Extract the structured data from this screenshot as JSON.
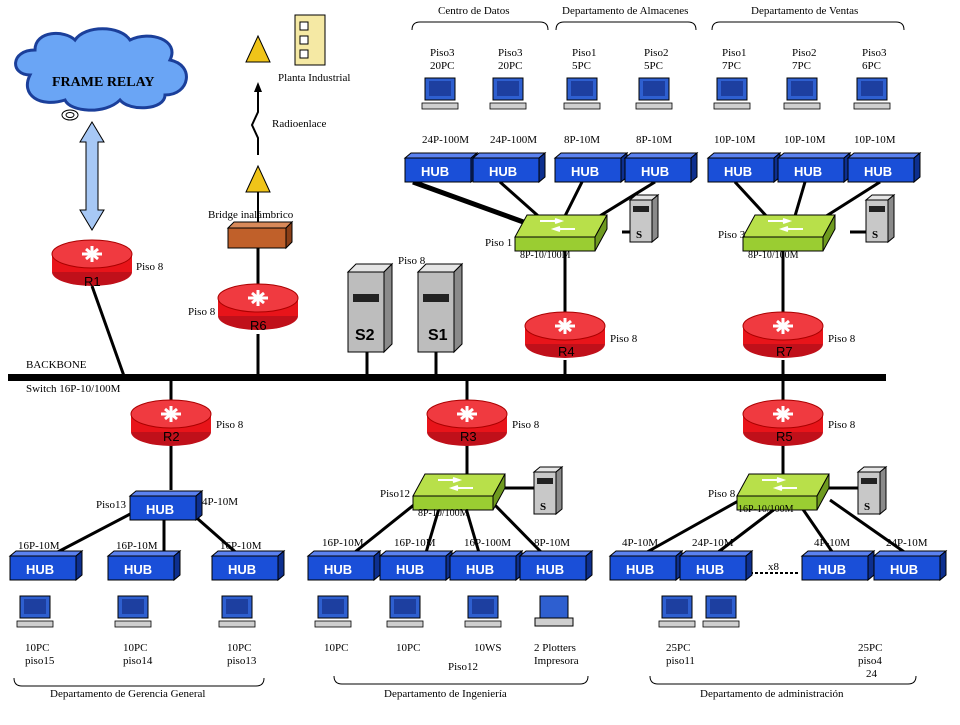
{
  "cloud": {
    "label": "FRAME RELAY"
  },
  "wireless": {
    "plant": "Planta Industrial",
    "radio": "Radioenlace",
    "bridge": "Bridge inalámbrico"
  },
  "backbone": {
    "label": "BACKBONE",
    "switch": "Switch 16P-10/100M"
  },
  "routers": {
    "r1": {
      "name": "R1",
      "floor": "Piso 8"
    },
    "r6": {
      "name": "R6",
      "floor": "Piso 8"
    },
    "r4": {
      "name": "R4",
      "floor": "Piso 8"
    },
    "r7": {
      "name": "R7",
      "floor": "Piso 8"
    },
    "r2": {
      "name": "R2",
      "floor": "Piso 8"
    },
    "r3": {
      "name": "R3",
      "floor": "Piso 8"
    },
    "r5": {
      "name": "R5",
      "floor": "Piso 8"
    }
  },
  "servers": {
    "s2": "S2",
    "s1": "S1",
    "floor": "Piso 8",
    "small": "S"
  },
  "top_groups": [
    {
      "title": "Centro de Datos"
    },
    {
      "title": "Departamento de Almacenes"
    },
    {
      "title": "Departamento de Ventas"
    }
  ],
  "top_pcs": [
    {
      "floor": "Piso3",
      "count": "20PC",
      "hub": "24P-100M"
    },
    {
      "floor": "Piso3",
      "count": "20PC",
      "hub": "24P-100M"
    },
    {
      "floor": "Piso1",
      "count": "5PC",
      "hub": "8P-10M"
    },
    {
      "floor": "Piso2",
      "count": "5PC",
      "hub": "8P-10M"
    },
    {
      "floor": "Piso1",
      "count": "7PC",
      "hub": "10P-10M"
    },
    {
      "floor": "Piso2",
      "count": "7PC",
      "hub": "10P-10M"
    },
    {
      "floor": "Piso3",
      "count": "6PC",
      "hub": "10P-10M"
    }
  ],
  "hub_label": "HUB",
  "switches": {
    "top_left": {
      "label": "8P-10/100M",
      "floor": "Piso 1"
    },
    "top_right": {
      "label": "8P-10/100M",
      "floor": "Piso 3"
    },
    "mid": {
      "label": "8P-10/100M",
      "floor": "Piso12"
    },
    "right": {
      "label": "16P-10/100M",
      "floor": "Piso 8"
    }
  },
  "gerencia": {
    "title": "Departamento de Gerencia General",
    "hub_floor": "Piso13",
    "hub_ports": "4P-10M",
    "hubs": [
      "16P-10M",
      "16P-10M",
      "16P-10M"
    ],
    "pcs": [
      [
        "10PC",
        "piso15"
      ],
      [
        "10PC",
        "piso14"
      ],
      [
        "10PC",
        "piso13"
      ]
    ]
  },
  "ingenieria": {
    "title": "Departamento de Ingeniería",
    "floor": "Piso12",
    "hubs": [
      "16P-10M",
      "16P-10M",
      "16P-100M",
      "8P-10M"
    ],
    "pcs": [
      "10PC",
      "10PC",
      "10WS"
    ],
    "plotters": [
      "2 Plotters",
      "Impresora"
    ]
  },
  "administracion": {
    "title": "Departamento de administración",
    "hubs": [
      "4P-10M",
      "24P-10M",
      "4P-10M",
      "24P-10M"
    ],
    "x8": "x8",
    "left_pcs": [
      "25PC",
      "piso11"
    ],
    "right_pcs": [
      "25PC",
      "piso4",
      "24"
    ]
  },
  "colors": {
    "hub": "#1a4fd8",
    "router": "#e8141a",
    "switch": "#9acd32",
    "server": "#bdbdbd",
    "cloud": "#6aa5f5",
    "bridge": "#c0602a"
  }
}
